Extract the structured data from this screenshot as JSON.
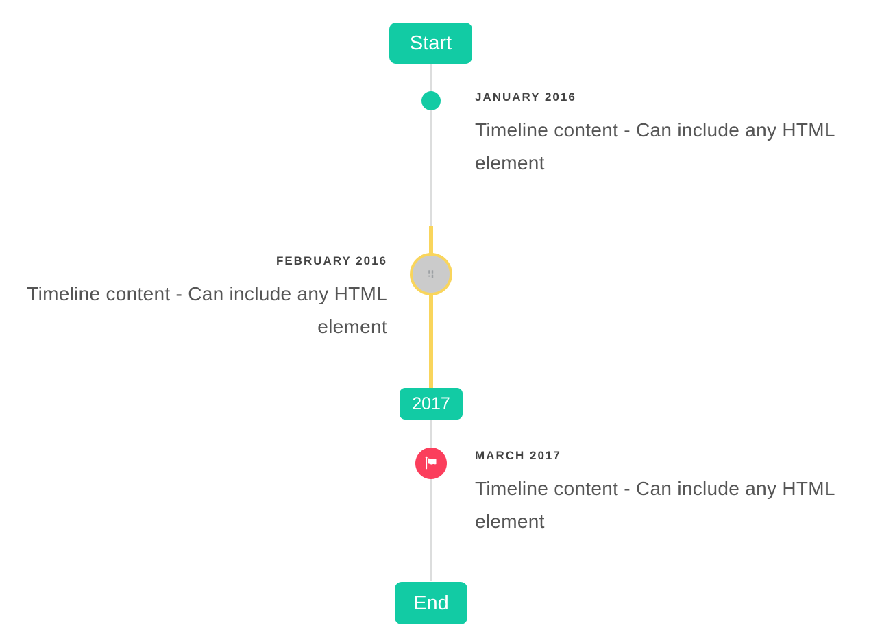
{
  "timeline": {
    "start_badge": "Start",
    "year_badge": "2017",
    "end_badge": "End",
    "items": [
      {
        "title": "JANUARY 2016",
        "content": "Timeline content - Can include any HTML element",
        "side": "right",
        "marker": "teal-dot"
      },
      {
        "title": "FEBRUARY 2016",
        "content": "Timeline content - Can include any HTML element",
        "side": "left",
        "marker": "gray-circle-yellow-ring-broken-image"
      },
      {
        "title": "MARCH 2017",
        "content": "Timeline content - Can include any HTML element",
        "side": "right",
        "marker": "red-circle-flag"
      }
    ],
    "colors": {
      "accent_teal": "#12cba4",
      "accent_yellow": "#f9d55c",
      "accent_red": "#fb3e5c",
      "rail_gray": "#dcdddd",
      "marker_gray_fill": "#cbcbcb",
      "title_text": "#434343",
      "body_text": "#555555",
      "badge_text": "#ffffff"
    }
  }
}
